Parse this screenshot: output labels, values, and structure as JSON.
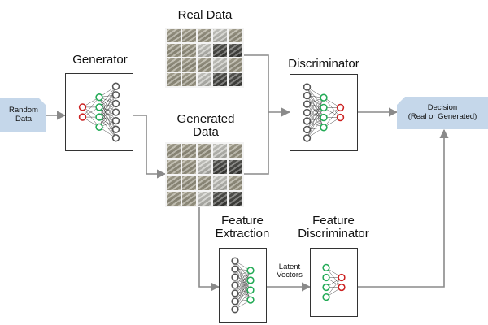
{
  "labels": {
    "real_data": "Real Data",
    "generator": "Generator",
    "discriminator": "Discriminator",
    "generated_data_line1": "Generated",
    "generated_data_line2": "Data",
    "random_data_line1": "Random",
    "random_data_line2": "Data",
    "decision_line1": "Decision",
    "decision_line2": "(Real or Generated)",
    "feature_extraction_line1": "Feature",
    "feature_extraction_line2": "Extraction",
    "feature_discriminator_line1": "Feature",
    "feature_discriminator_line2": "Discriminator",
    "latent_vectors_line1": "Latent",
    "latent_vectors_line2": "Vectors"
  },
  "colors": {
    "input_neuron": "#cc2222",
    "hidden_neuron": "#22aa55",
    "plain_neuron": "#555555",
    "callout_fill": "#c5d7ea",
    "arrow": "#8a8a8a"
  },
  "networks": {
    "generator": [
      "red",
      "green",
      "gray"
    ],
    "discriminator": [
      "gray",
      "green",
      "red"
    ],
    "feature_extraction": [
      "gray",
      "green"
    ],
    "feature_discriminator": [
      "green",
      "red"
    ]
  },
  "image_grids": {
    "real_data": {
      "rows": 4,
      "cols": 5
    },
    "generated_data": {
      "rows": 4,
      "cols": 5
    }
  }
}
